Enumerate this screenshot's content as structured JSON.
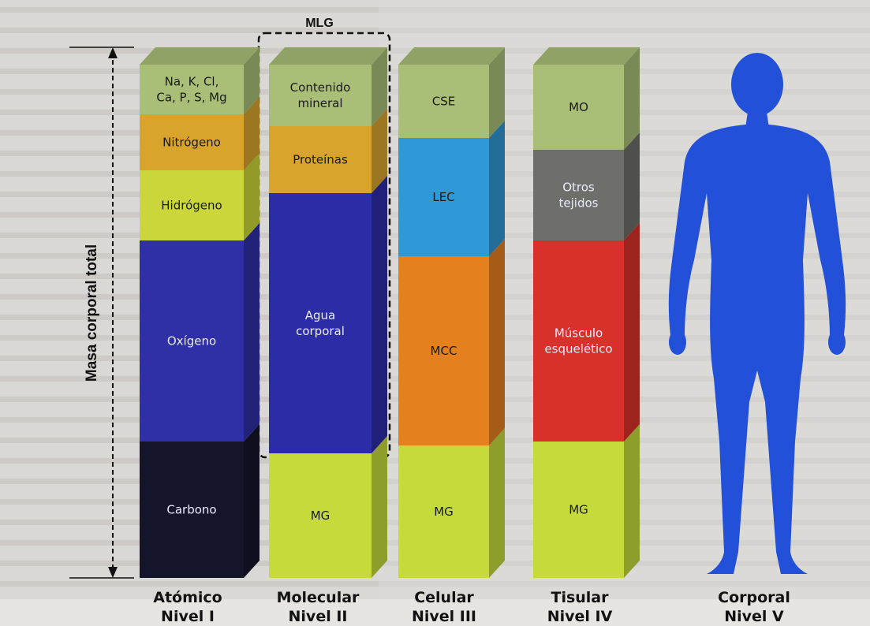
{
  "figure": {
    "y_axis_label": "Masa corporal total",
    "bracket_label": "MLG",
    "columns": [
      {
        "level_name": "Atómico",
        "level_number": "Nivel I",
        "segments": [
          {
            "lines": [
              "Na, K, Cl,",
              "Ca, P, S, Mg"
            ],
            "color": "#a9bf78"
          },
          {
            "lines": [
              "Nitrógeno"
            ],
            "color": "#d8a42c"
          },
          {
            "lines": [
              "Hidrógeno"
            ],
            "color": "#cbd63a"
          },
          {
            "lines": [
              "Oxígeno"
            ],
            "color": "#2f2fa6"
          },
          {
            "lines": [
              "Carbono"
            ],
            "color": "#14142a"
          }
        ]
      },
      {
        "level_name": "Molecular",
        "level_number": "Nivel II",
        "segments": [
          {
            "lines": [
              "Contenido",
              "mineral"
            ],
            "color": "#a9bf78"
          },
          {
            "lines": [
              "Proteínas"
            ],
            "color": "#d8a42c"
          },
          {
            "lines": [
              "Agua",
              "corporal"
            ],
            "color": "#2c2ca6"
          },
          {
            "lines": [
              "MG"
            ],
            "color": "#c7da3c"
          }
        ]
      },
      {
        "level_name": "Celular",
        "level_number": "Nivel III",
        "segments": [
          {
            "lines": [
              "CSE"
            ],
            "color": "#a9bf78"
          },
          {
            "lines": [
              "LEC"
            ],
            "color": "#2f98d6"
          },
          {
            "lines": [
              "MCC"
            ],
            "color": "#e4801e"
          },
          {
            "lines": [
              "MG"
            ],
            "color": "#c7da3c"
          }
        ]
      },
      {
        "level_name": "Tisular",
        "level_number": "Nivel IV",
        "segments": [
          {
            "lines": [
              "MO"
            ],
            "color": "#a9bf78"
          },
          {
            "lines": [
              "Otros",
              "tejidos"
            ],
            "color": "#6e6e6a"
          },
          {
            "lines": [
              "Músculo",
              "esquelético"
            ],
            "color": "#d8302a"
          },
          {
            "lines": [
              "MG"
            ],
            "color": "#c7da3c"
          }
        ]
      },
      {
        "level_name": "Corporal",
        "level_number": "Nivel V",
        "segments": []
      }
    ],
    "body_color": "#2350d8"
  }
}
